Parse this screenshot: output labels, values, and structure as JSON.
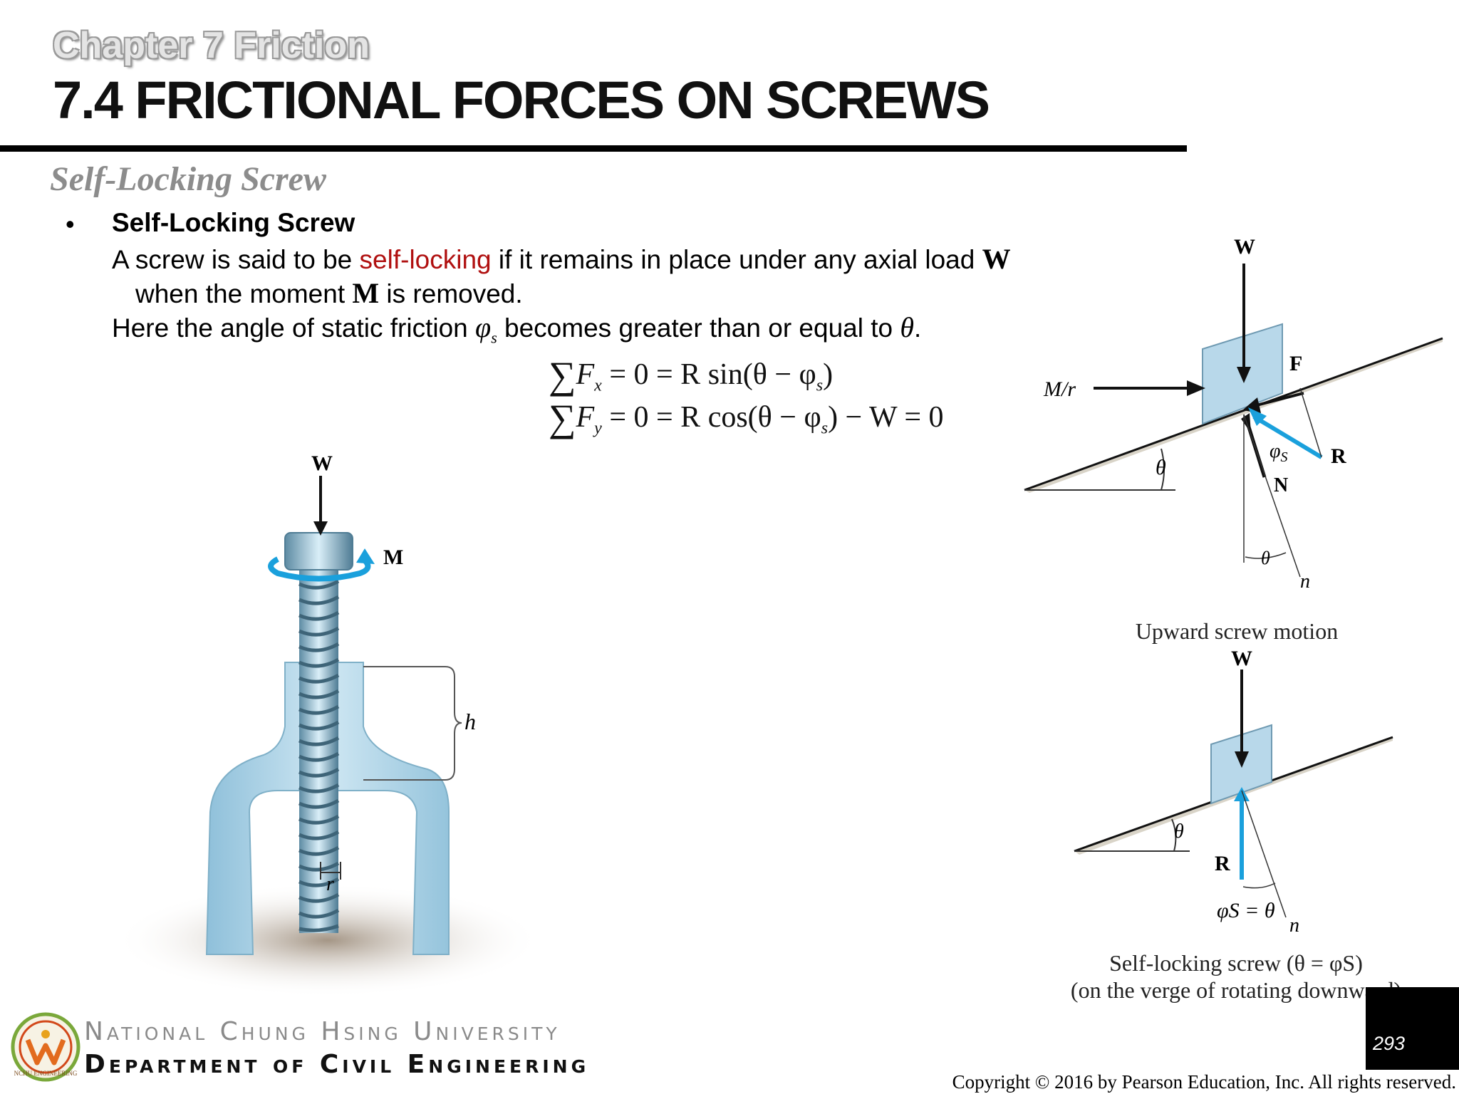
{
  "header": {
    "chapter": "Chapter 7 Friction",
    "title": "7.4 FRICTIONAL FORCES ON SCREWS"
  },
  "subtitle": "Self-Locking Screw",
  "bullet": {
    "symbol": "•",
    "heading": "Self-Locking Screw",
    "line1_a": "A screw is said to be ",
    "line1_highlight": "self-locking",
    "line1_b": " if it remains in place under any axial load ",
    "line1_W": "W",
    "line2_a": "when the moment ",
    "line2_M": "M",
    "line2_b": " is removed.",
    "line3_a": "Here the angle of static friction ",
    "line3_phi": "φ",
    "line3_s": "s",
    "line3_b": " becomes greater than or equal to ",
    "line3_theta": "θ",
    "line3_end": "."
  },
  "equations": {
    "eq1_F": "F",
    "eq1_sub": "x",
    "eq1_mid": " = 0 = R sin(θ − φ",
    "eq1_sub2": "s",
    "eq1_end": ")",
    "eq2_F": "F",
    "eq2_sub": "y",
    "eq2_mid": " = 0 = R cos(θ − φ",
    "eq2_sub2": "s",
    "eq2_end": ") − W = 0"
  },
  "figures": {
    "screw": {
      "W": "W",
      "M": "M",
      "h": "h",
      "r": "r"
    },
    "upward": {
      "W": "W",
      "Mr": "M/r",
      "F": "F",
      "R": "R",
      "N": "N",
      "phi": "φ",
      "phi_sub": "S",
      "theta": "θ",
      "n": "n",
      "caption": "Upward screw motion"
    },
    "selflock": {
      "W": "W",
      "R": "R",
      "theta": "θ",
      "eq": "φS = θ",
      "n": "n",
      "caption1": "Self-locking screw (θ = φS)",
      "caption2": "(on the verge of rotating downward)"
    }
  },
  "footer": {
    "university": "National Chung Hsing University",
    "department": "Department of Civil Engineering",
    "logo_text": "NCHU ENGINEERING",
    "page": "293",
    "copyright": "Copyright © 2016 by Pearson Education, Inc. All rights reserved."
  },
  "colors": {
    "accent_red": "#b01010",
    "diagram_blue": "#b8d8ea",
    "arrow_blue": "#1aa0dc"
  }
}
